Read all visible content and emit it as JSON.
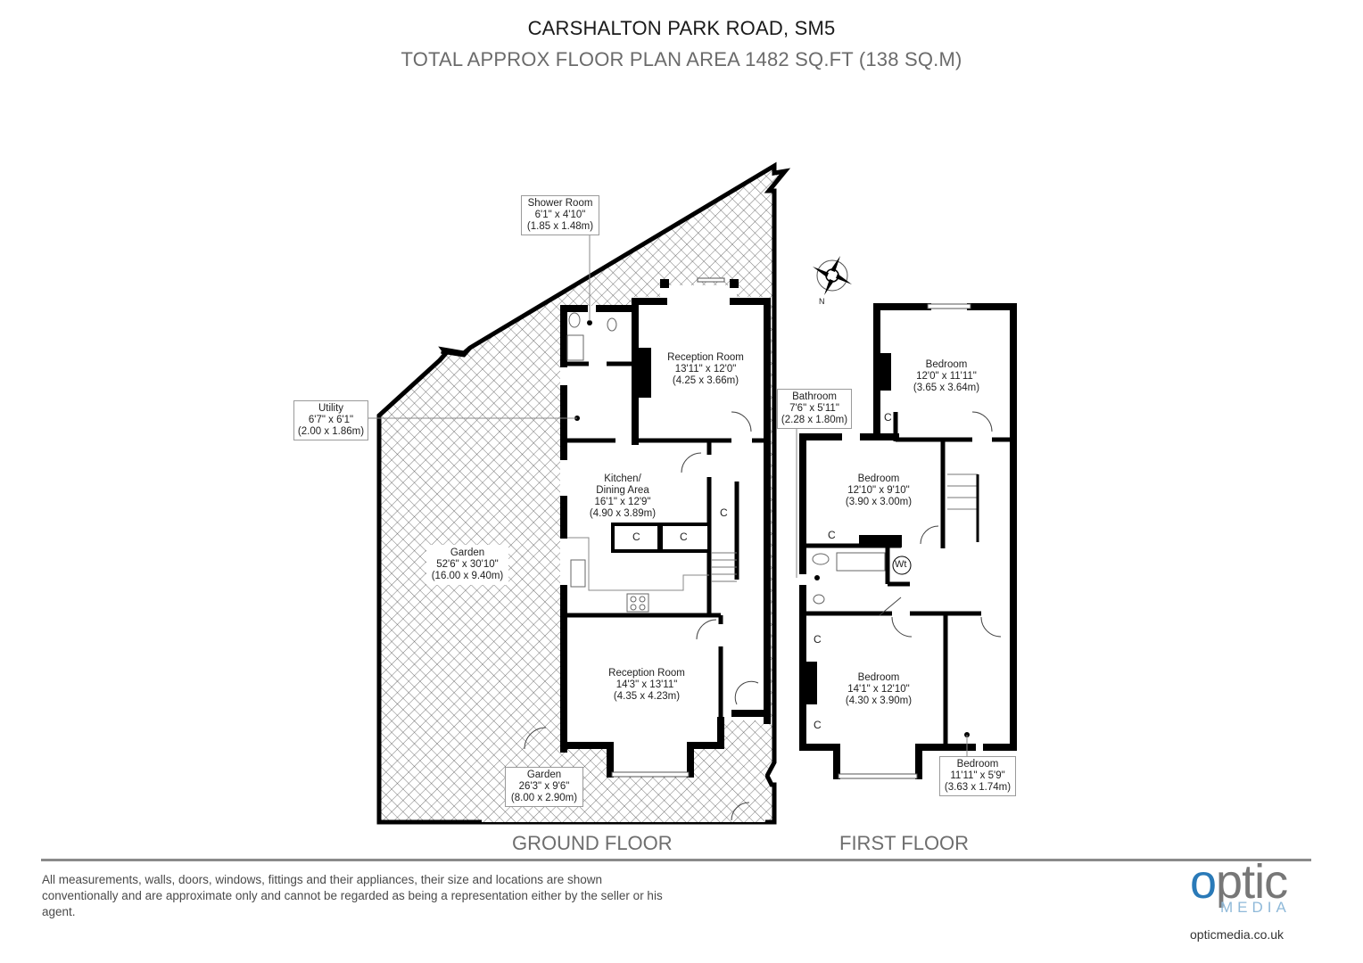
{
  "header": {
    "title": "CARSHALTON PARK ROAD, SM5",
    "subtitle": "TOTAL APPROX FLOOR PLAN AREA 1482 SQ.FT (138 SQ.M)"
  },
  "floors": {
    "ground": {
      "label": "GROUND FLOOR",
      "rooms": [
        {
          "name": "Shower Room",
          "imperial": "6'1\" x 4'10\"",
          "metric": "(1.85 x 1.48m)"
        },
        {
          "name": "Reception Room",
          "imperial": "13'11\" x 12'0\"",
          "metric": "(4.25 x 3.66m)"
        },
        {
          "name": "Utility",
          "imperial": "6'7\" x 6'1\"",
          "metric": "(2.00 x 1.86m)"
        },
        {
          "name": "Kitchen/",
          "name2": "Dining Area",
          "imperial": "16'1\" x 12'9\"",
          "metric": "(4.90 x 3.89m)"
        },
        {
          "name": "Garden",
          "imperial": "52'6\" x 30'10\"",
          "metric": "(16.00 x 9.40m)"
        },
        {
          "name": "Reception Room",
          "imperial": "14'3\" x 13'11\"",
          "metric": "(4.35 x 4.23m)"
        },
        {
          "name": "Garden",
          "imperial": "26'3\" x 9'6\"",
          "metric": "(8.00 x 2.90m)"
        }
      ],
      "cupboard_label": "C"
    },
    "first": {
      "label": "FIRST FLOOR",
      "rooms": [
        {
          "name": "Bedroom",
          "imperial": "12'0\" x 11'11\"",
          "metric": "(3.65 x 3.64m)"
        },
        {
          "name": "Bathroom",
          "imperial": "7'6\" x 5'11\"",
          "metric": "(2.28 x 1.80m)"
        },
        {
          "name": "Bedroom",
          "imperial": "12'10\" x 9'10\"",
          "metric": "(3.90 x 3.00m)"
        },
        {
          "name": "Bedroom",
          "imperial": "14'1\" x 12'10\"",
          "metric": "(4.30 x 3.90m)"
        },
        {
          "name": "Bedroom",
          "imperial": "11'11\" x 5'9\"",
          "metric": "(3.63 x 1.74m)"
        }
      ],
      "cupboard_label": "C",
      "water_tank_label": "Wt"
    }
  },
  "compass": {
    "label": "N"
  },
  "footer": {
    "disclaimer": "All measurements, walls, doors, windows, fittings and their appliances, their size and locations are shown conventionally and are approximate only and cannot be regarded as being a representation either by the seller or his agent.",
    "logo_optic": "optic",
    "logo_media": "MEDIA",
    "logo_url": "opticmedia.co.uk"
  },
  "colors": {
    "wall": "#000000",
    "hatch": "#555555",
    "logo_blue": "#2a7ab8",
    "logo_light_blue": "#8fb9d9",
    "logo_grey": "#777777"
  }
}
